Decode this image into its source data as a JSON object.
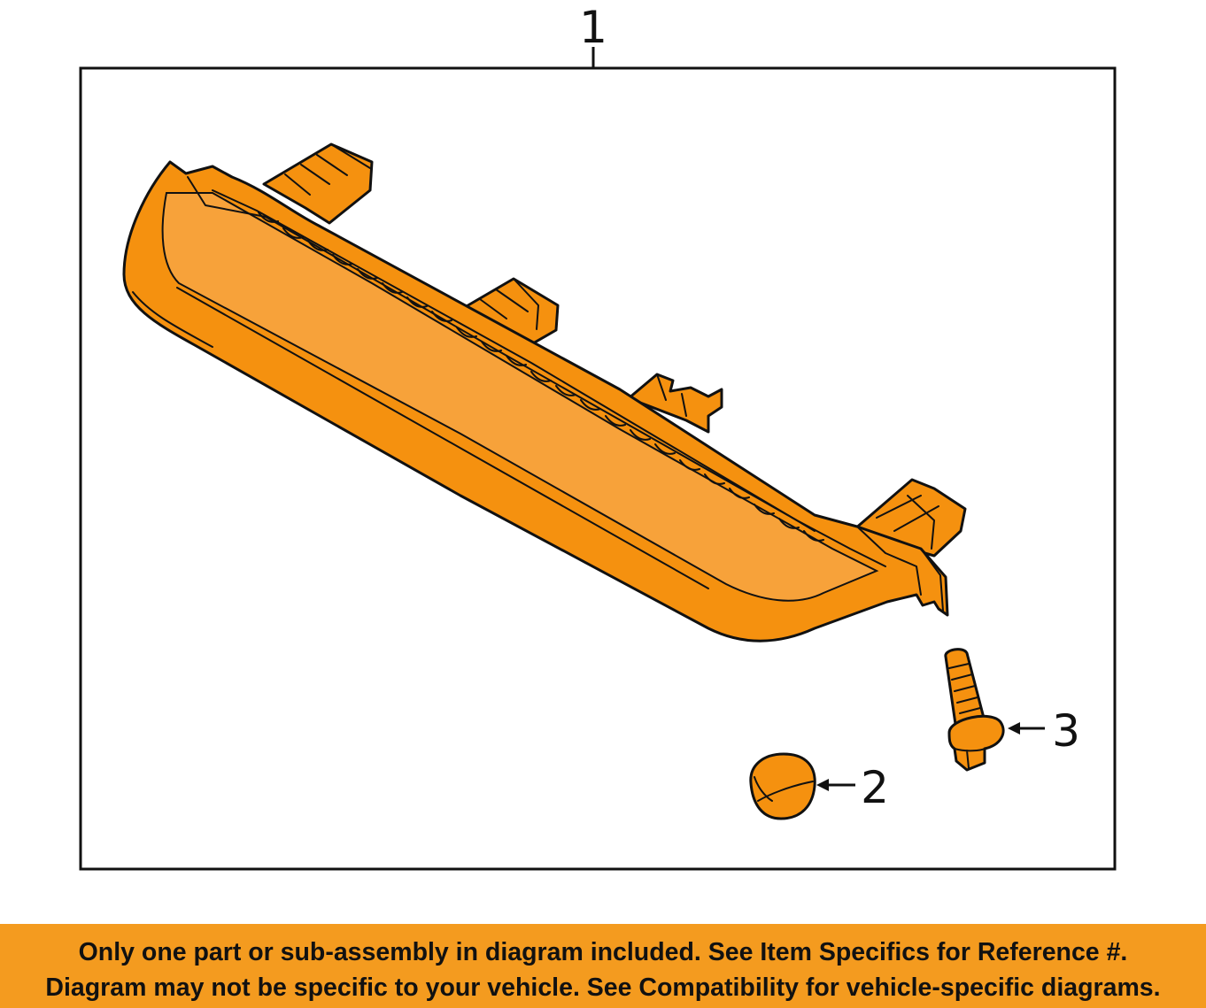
{
  "colors": {
    "part_fill": "#f5910f",
    "part_fill_light": "#f7a23a",
    "outline": "#111111",
    "banner": "#f49b1f"
  },
  "callouts": {
    "part1": "1",
    "part2": "2",
    "part3": "3"
  },
  "disclaimer": {
    "line1": "Only one part or sub-assembly in diagram included. See Item Specifics for Reference #.",
    "line2": "Diagram may not be specific to your vehicle. See Compatibility for vehicle-specific diagrams."
  }
}
